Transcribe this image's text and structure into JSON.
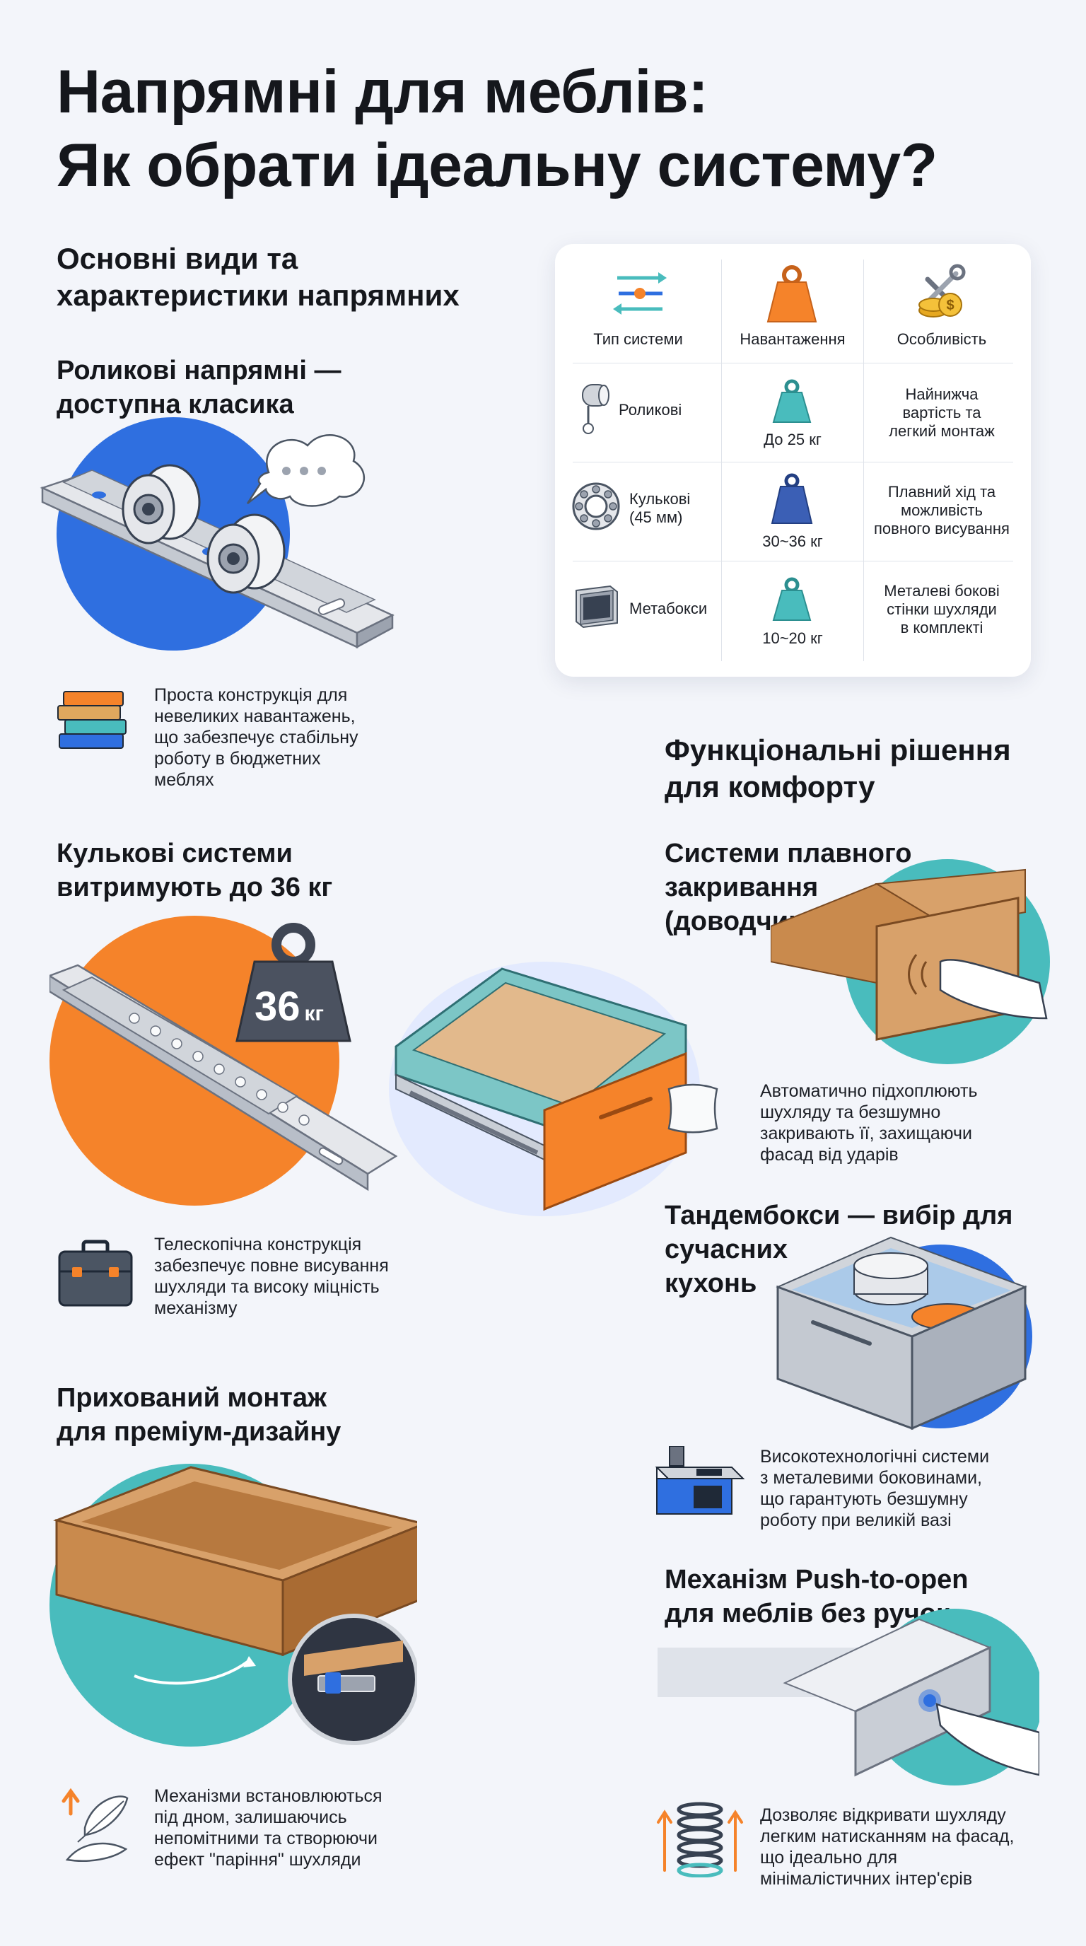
{
  "title": {
    "line1": "Напрямні для меблів:",
    "line2": "Як обрати ідеальну систему?"
  },
  "overview": {
    "heading_line1": "Основні види та",
    "heading_line2": "характеристики напрямних"
  },
  "table": {
    "headers": [
      "Тип системи",
      "Навантаження",
      "Особливість"
    ],
    "rows": [
      {
        "type": "Роликові",
        "load": "До 25 кг",
        "feature_lines": [
          "Найнижча",
          "вартість та",
          "легкий монтаж"
        ]
      },
      {
        "type_lines": [
          "Кулькові",
          "(45 мм)"
        ],
        "load": "30~36 кг",
        "feature_lines": [
          "Плавний хід та",
          "можливість",
          "повного висування"
        ]
      },
      {
        "type": "Метабокси",
        "load": "10~20 кг",
        "feature_lines": [
          "Металеві бокові",
          "стінки шухляди",
          "в комплекті"
        ]
      }
    ],
    "icons": [
      "arrows-slider-icon",
      "weight-icon",
      "tools-coins-icon",
      "roller-icon",
      "ball-bearing-icon",
      "metabox-icon"
    ]
  },
  "roller": {
    "heading_line1": "Роликові напрямні —",
    "heading_line2": "доступна класика",
    "speech": "• • •",
    "desc_lines": [
      "Проста конструкція для",
      "невеликих навантажень,",
      "що забезпечує стабільну",
      "роботу в бюджетних",
      "меблях"
    ]
  },
  "ball": {
    "heading_line1": "Кулькові системи",
    "heading_line2": "витримують до 36 кг",
    "weight_value": "36",
    "weight_unit": "кг",
    "desc_lines": [
      "Телескопічна конструкція",
      "забезпечує повне висування",
      "шухляди та високу міцність",
      "механізму"
    ]
  },
  "hidden": {
    "heading_line1": "Прихований монтаж",
    "heading_line2": "для преміум-дизайну",
    "desc_lines": [
      "Механізми встановлюються",
      "під дном, залишаючись",
      "непомітними та створюючи",
      "ефект \"паріння\" шухляди"
    ]
  },
  "functional": {
    "heading_line1": "Функціональні рішення",
    "heading_line2": "для комфорту"
  },
  "soft_close": {
    "heading_line1": "Системи плавного",
    "heading_line2": "закривання",
    "heading_line3": "(доводчики)",
    "desc_lines": [
      "Автоматично підхоплюють",
      "шухляду та безшумно",
      "закривають її, захищаючи",
      "фасад від ударів"
    ]
  },
  "tandembox": {
    "heading_line1": "Тандембокси — вибір для",
    "heading_line2": "сучасних",
    "heading_line3": "кухонь",
    "desc_lines": [
      "Високотехнологічні системи",
      "з металевими боковинами,",
      "що гарантують безшумну",
      "роботу при великій вазі"
    ]
  },
  "push": {
    "heading_line1": "Механізм Push-to-open",
    "heading_line2": "для меблів без ручок",
    "desc_lines": [
      "Дозволяє відкривати шухляду",
      "легким натисканням на фасад,",
      "що ідеально для",
      "мінімалістичних інтер'єрів"
    ]
  },
  "colors": {
    "blue": "#2f6fe0",
    "orange": "#f5832a",
    "teal": "#49bcbd",
    "dark": "#15171c"
  }
}
